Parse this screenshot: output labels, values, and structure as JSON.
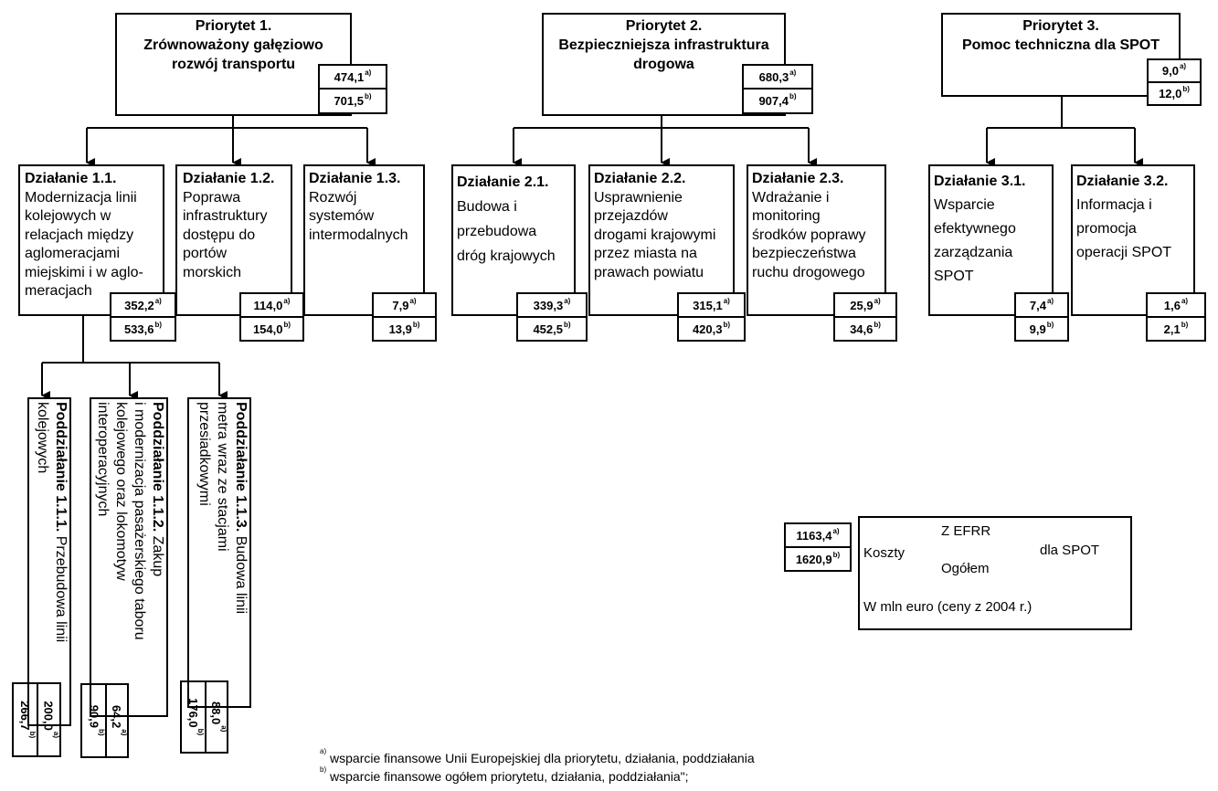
{
  "priorities": [
    {
      "title1": "Priorytet 1.",
      "title2": "Zrównoważony gałęziowo",
      "title3": "rozwój transportu",
      "v_a": "474,1",
      "v_b": "701,5"
    },
    {
      "title1": "Priorytet 2.",
      "title2": "Bezpieczniejsza infrastruktura",
      "title3": "drogowa",
      "v_a": "680,3",
      "v_b": "907,4"
    },
    {
      "title1": "Priorytet 3.",
      "title2": "Pomoc techniczna dla SPOT",
      "title3": "",
      "v_a": "9,0",
      "v_b": "12,0"
    }
  ],
  "actions": [
    {
      "head": "Działanie 1.1.",
      "lines": [
        "Modernizacja linii",
        "kolejowych w",
        "relacjach między",
        "aglomeracjami",
        "miejskimi i w aglo-",
        "meracjach"
      ],
      "v_a": "352,2",
      "v_b": "533,6"
    },
    {
      "head": "Działanie 1.2.",
      "lines": [
        "Poprawa",
        "infrastruktury",
        "dostępu do",
        "portów",
        "morskich"
      ],
      "v_a": "114,0",
      "v_b": "154,0"
    },
    {
      "head": "Działanie 1.3.",
      "lines": [
        "Rozwój",
        "systemów",
        "intermodalnych"
      ],
      "v_a": "7,9",
      "v_b": "13,9"
    },
    {
      "head": "Działanie 2.1.",
      "lines": [
        "Budowa i",
        "przebudowa",
        "dróg krajowych"
      ],
      "v_a": "339,3",
      "v_b": "452,5"
    },
    {
      "head": "Działanie 2.2.",
      "lines": [
        "Usprawnienie",
        "przejazdów",
        "drogami krajowymi",
        "przez miasta na",
        "prawach powiatu"
      ],
      "v_a": "315,1",
      "v_b": "420,3"
    },
    {
      "head": "Działanie 2.3.",
      "lines": [
        "Wdrażanie i",
        "monitoring",
        "środków poprawy",
        "bezpieczeństwa",
        "ruchu drogowego"
      ],
      "v_a": "25,9",
      "v_b": "34,6"
    },
    {
      "head": "Działanie 3.1.",
      "lines": [
        "Wsparcie",
        "efektywnego",
        "zarządzania",
        "SPOT"
      ],
      "v_a": "7,4",
      "v_b": "9,9"
    },
    {
      "head": "Działanie 3.2.",
      "lines": [
        "Informacja i",
        "promocja",
        "operacji SPOT"
      ],
      "v_a": "1,6",
      "v_b": "2,1"
    }
  ],
  "subactions": [
    {
      "head": "Poddziałanie 1.1.1.",
      "rest": " Przebudowa linii",
      "line2": "kolejowych",
      "line3": "",
      "v_a": "200,0",
      "v_b": "266,7"
    },
    {
      "head": "Poddziałanie 1.1.2.",
      "rest": " Zakup",
      "line2": "i modernizacja pasażerskiego taboru",
      "line3": "kolejowego oraz lokomotyw",
      "line4": "interoperacyjnych",
      "v_a": "64,2",
      "v_b": "90,9"
    },
    {
      "head": "Poddziałanie 1.1.3.",
      "rest": " Budowa linii",
      "line2": "metra wraz ze stacjami",
      "line3": "przesiadkowymi",
      "v_a": "88,0",
      "v_b": "176,0"
    }
  ],
  "legend": {
    "v_a": "1163,4",
    "v_b": "1620,9",
    "costs": "Koszty",
    "efrr": "Z EFRR",
    "total": "Ogółem",
    "spot": "dla SPOT",
    "unit": "W mln euro (ceny z 2004 r.)"
  },
  "marks": {
    "a": "a)",
    "b": "b)"
  },
  "footnotes": {
    "a_mark": "a)",
    "a_text": " wsparcie finansowe Unii Europejskiej dla priorytetu, działania, poddziałania",
    "b_mark": "b)",
    "b_text": " wsparcie finansowe ogółem priorytetu, działania, poddziałania\";"
  }
}
